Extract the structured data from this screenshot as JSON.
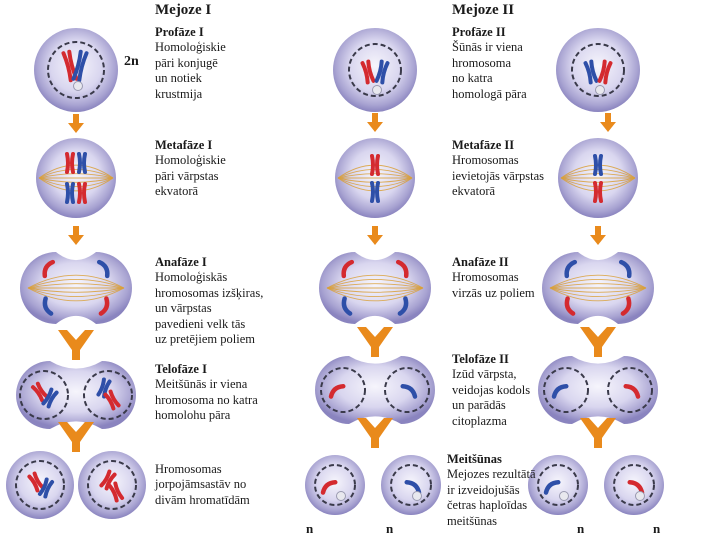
{
  "headers": {
    "meiosis1": "Mejoze I",
    "meiosis2": "Mejoze II"
  },
  "ploidy": {
    "diploid": "2n",
    "haploid": "n"
  },
  "meiosis1": {
    "prophase": {
      "title": "Profāze I",
      "lines": [
        "Homoloģiskie",
        "pāri konjugē",
        "un notiek",
        "krustmija"
      ]
    },
    "metaphase": {
      "title": "Metafāze I",
      "lines": [
        "Homoloģiskie",
        "pāri vārpstas",
        "ekvatorā"
      ]
    },
    "anaphase": {
      "title": "Anafāze I",
      "lines": [
        "Homoloģiskās",
        "hromosomas izšķiras,",
        "un vārpstas",
        "pavedieni velk tās",
        "uz pretējiem poliem"
      ]
    },
    "telophase": {
      "title": "Telofāze I",
      "lines": [
        "Meitšūnās ir viena",
        "hromosoma no katra",
        "homolohu pāra"
      ]
    },
    "result": {
      "lines": [
        "Hromosomas",
        "jorpojāmsastāv no",
        "divām hromatīdām"
      ]
    }
  },
  "meiosis2": {
    "prophase": {
      "title": "Profāze II",
      "lines": [
        "Šūnās ir viena",
        "hromosoma",
        "no katra",
        "homologā pāra"
      ]
    },
    "metaphase": {
      "title": "Metafāze II",
      "lines": [
        "Hromosomas",
        "ievietojās vārpstas",
        "ekvatorā"
      ]
    },
    "anaphase": {
      "title": "Anafāze II",
      "lines": [
        "Hromosomas",
        "virzās uz poliem"
      ]
    },
    "telophase": {
      "title": "Telofāze II",
      "lines": [
        "Izūd vārpsta,",
        "veidojas kodols",
        "un parādās",
        "citoplazma"
      ]
    },
    "daughters": {
      "title": "Meitšūnas",
      "lines": [
        "Mejozes rezultātā",
        "ir izveidojušās",
        "četras haploīdas",
        "meitšūnas"
      ]
    }
  },
  "colors": {
    "red": "#d42a2f",
    "blue": "#2e4fa8",
    "arrow": "#e98a1c",
    "spindle": "#d9a03a",
    "cell": "#c9c6e6"
  }
}
